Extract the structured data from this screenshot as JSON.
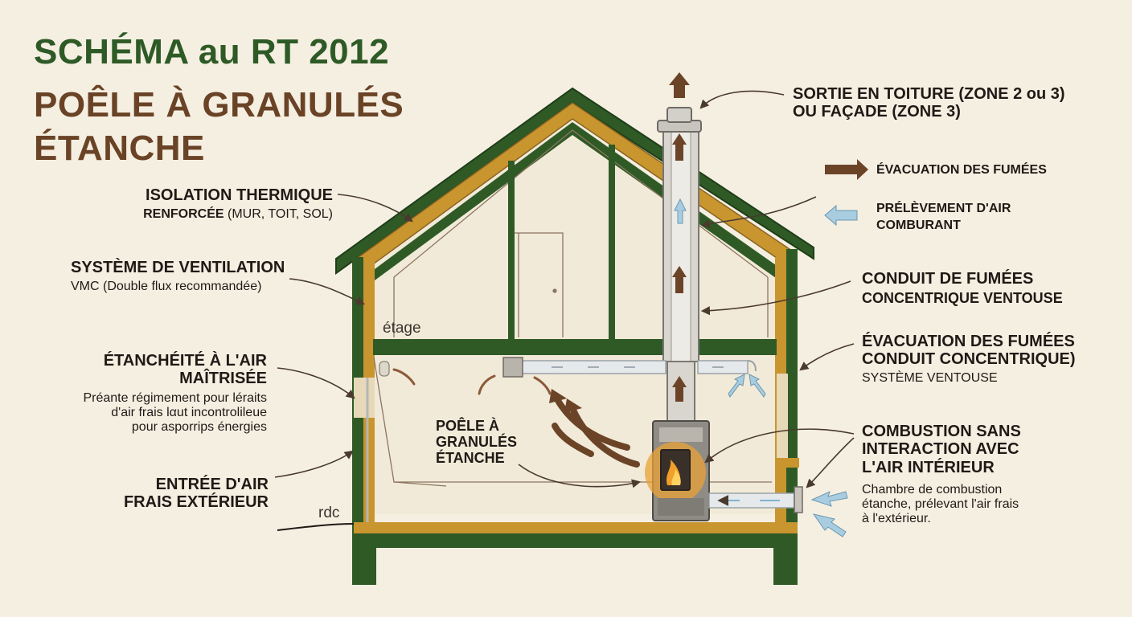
{
  "title": {
    "line1": "SCHÉMA au RT 2012",
    "line2": "POÊLE À GRANULÉS",
    "line3": "ÉTANCHE"
  },
  "left_labels": {
    "isolation": {
      "title": "ISOLATION THERMIQUE",
      "sub_bold": "RENFORCÉE",
      "sub": " (MUR, TOIT, SOL)"
    },
    "ventilation": {
      "title": "SYSTÈME DE VENTILATION",
      "sub": "VMC (Double flux recommandée)"
    },
    "etancheite": {
      "title1": "ÉTANCHÉITÉ À L'AIR",
      "title2": "MAÎTRISÉE",
      "desc1": "Préante régimement pour léraits",
      "desc2": "d'air frais lαut incontrolileue",
      "desc3": "pour asporrips énergies"
    },
    "entree_air": {
      "title1": "ENTRÉE D'AIR",
      "title2": "FRAIS EXTÉRIEUR"
    }
  },
  "house_labels": {
    "etage": "étage",
    "rdc": "rdc",
    "poele": {
      "line1": "POÊLE À",
      "line2": "GRANULÉS",
      "line3": "ÉTANCHE"
    }
  },
  "right_labels": {
    "sortie": {
      "line1": "SORTIE EN TOITURE (ZONE 2 ou 3)",
      "line2": "OU FAÇADE (ZONE 3)"
    },
    "legend": {
      "evacuation": "ÉVACUATION DES FUMÉES",
      "prelevement1": "PRÉLÈVEMENT D'AIR",
      "prelevement2": "COMBURANT"
    },
    "conduit": {
      "title1": "CONDUIT DE FUMÉES",
      "title2": "CONCENTRIQUE VENTOUSE"
    },
    "evac_conduit": {
      "title1": "ÉVACUATION DES FUMÉES",
      "title2": "CONDUIT CONCENTRIQUE)",
      "sub": "SYSTÈME VENTOUSE"
    },
    "combustion": {
      "title1": "COMBUSTION SANS",
      "title2": "INTERACTION AVEC",
      "title3": "L'AIR INTÉRIEUR",
      "desc1": "Chambre de combustion",
      "desc2": "étanche, prélevant l'air frais",
      "desc3": "à l'extérieur."
    }
  },
  "colors": {
    "background": "#f5efe2",
    "wall_green": "#2f5a26",
    "insulation": "#c8952f",
    "smoke_arrow": "#6b4428",
    "air_arrow": "#a8cde0",
    "title_green": "#2e5a26",
    "title_brown": "#6a4326"
  }
}
